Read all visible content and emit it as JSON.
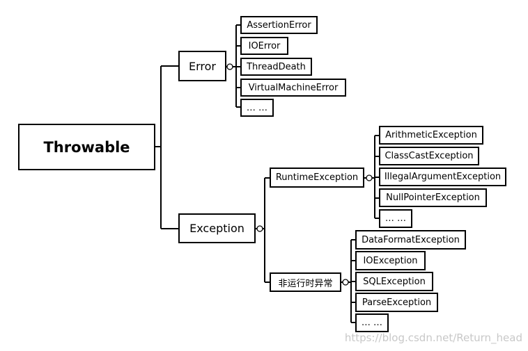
{
  "root": {
    "label": "Throwable"
  },
  "error": {
    "label": "Error",
    "children": [
      "AssertionError",
      "IOError",
      "ThreadDeath",
      "VirtualMachineError",
      "… …"
    ]
  },
  "exception": {
    "label": "Exception",
    "runtime": {
      "label": "RuntimeException",
      "children": [
        "ArithmeticException",
        "ClassCastException",
        "IllegalArgumentException",
        "NullPointerException",
        "… …"
      ]
    },
    "checked": {
      "label": "非运行时异常",
      "children": [
        "DataFormatException",
        "IOException",
        "SQLException",
        "ParseException",
        "… …"
      ]
    }
  },
  "watermark": "https://blog.csdn.net/Return_head"
}
